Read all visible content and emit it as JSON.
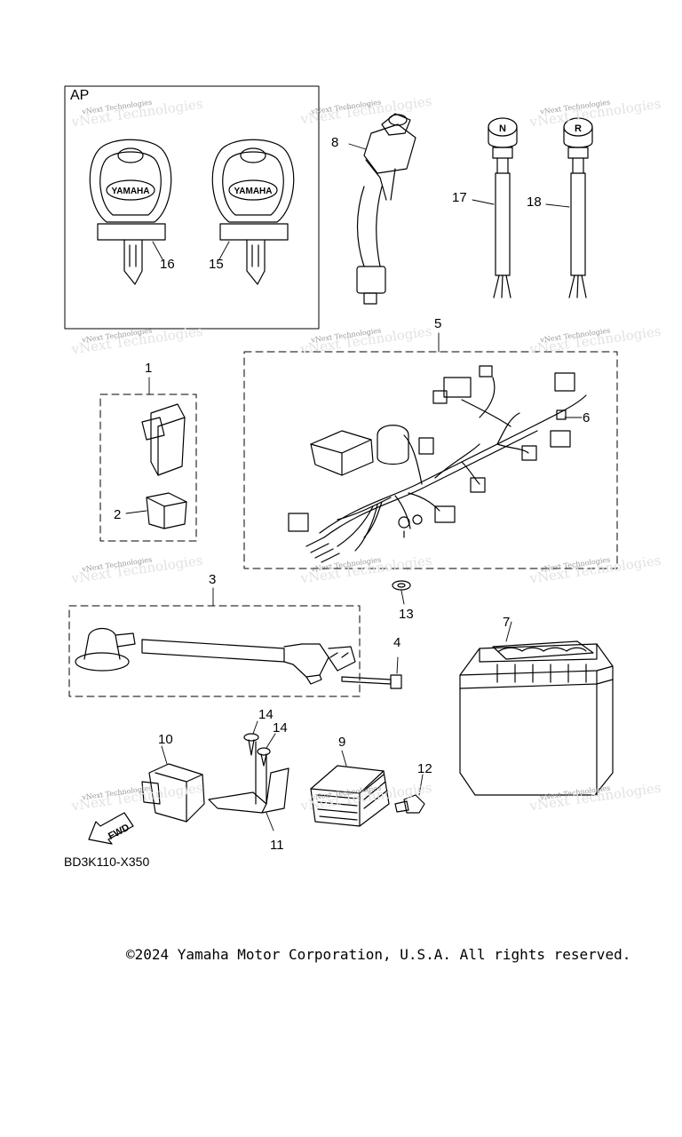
{
  "diagram": {
    "set_label": "AP",
    "diagram_code": "BD3K110-X350",
    "copyright": "©2024 Yamaha Motor Corporation, U.S.A. All rights reserved.",
    "key_brand": "YAMAHA",
    "fwd_label": "FWD",
    "neutral_letter": "N",
    "reverse_letter": "R",
    "watermark": "vNext Technologies",
    "callouts": [
      "1",
      "2",
      "3",
      "4",
      "5",
      "6",
      "7",
      "8",
      "9",
      "10",
      "11",
      "12",
      "13",
      "14",
      "14",
      "15",
      "16",
      "17",
      "18"
    ]
  },
  "colors": {
    "line": "#000000",
    "watermark": "#9a9a9a"
  }
}
